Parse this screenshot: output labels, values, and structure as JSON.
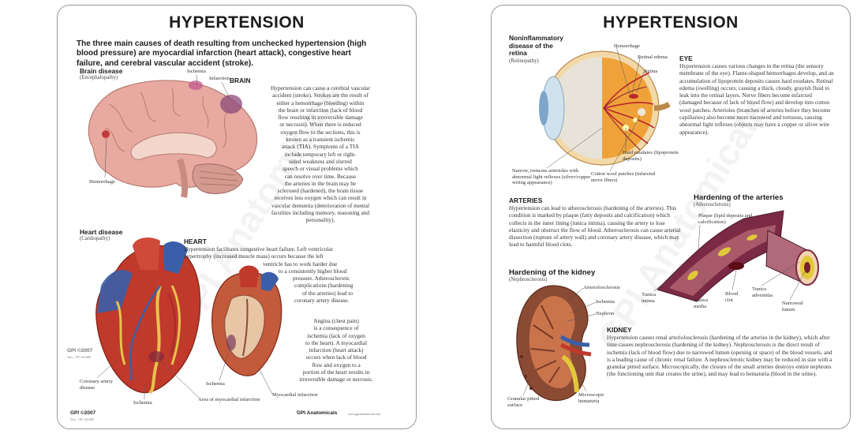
{
  "left_card": {
    "title": "HYPERTENSION",
    "watermark": "GPI Anatomicals",
    "intro": "The three main causes of death resulting from unchecked hypertension (high blood pressure) are myocardial infarction (heart attack), congestive heart failure, and cerebral vascular accident (stroke).",
    "brain_disease": {
      "title": "Brain disease",
      "subtitle": "(Encephalopathy)"
    },
    "brain_labels": {
      "ischemia": "Ischemia",
      "infarction": "Infarction",
      "hemorrhage": "Hemorrhage"
    },
    "brain": {
      "heading": "BRAIN",
      "lines": [
        "Hypertension can cause a cerebral vascular",
        "accident (stroke). Strokes are the result of",
        "either a hemorrhage (bleeding) within",
        "the brain or infarction (lack of blood",
        "flow resulting in irreversible damage",
        "or necrosis). When there is reduced",
        "oxygen flow to the sections, this is",
        "known as a transient ischemic",
        "attack (TIA). Symptoms of a TIA",
        "include temporary left or right-",
        "sided weakness and slurred",
        "speech or visual problems which",
        "can resolve over time. Because",
        "the arteries in the brain may be",
        "sclerosed (hardened), the brain tissue",
        "receives less oxygen which can result in",
        "vascular dementia (deterioration of mental",
        "faculties including memory, reasoning and",
        "personality)."
      ]
    },
    "heart_disease": {
      "title": "Heart disease",
      "subtitle": "(Cardiopathy)"
    },
    "heart": {
      "heading": "HEART",
      "lines": [
        "Hypertension facilitates congestive heart failure. Left ventricular",
        "hypertrophy (increased muscle mass) occurs because the left",
        "ventricle has to work harder due",
        "to a consistently higher blood",
        "pressure. Atherosclerotic",
        "complications (hardening",
        "of the arteries) lead to",
        "coronary artery disease."
      ],
      "angina_lines": [
        "Angina (chest pain)",
        "is a consequence of",
        "ischemia (lack of oxygen",
        "to the heart). A myocardial",
        "infarction (heart attack)",
        "occurs when lack of blood",
        "flow and oxygen to a",
        "portion of the heart results in",
        "irreversible damage or necrosis."
      ]
    },
    "heart_labels": {
      "coronary": "Coronary artery disease",
      "ischemia1": "Ischemia",
      "area_infarction": "Area of myocardial infarction",
      "ischemia2": "Ischemia",
      "myocardial_infarction": "Myocardial infarction"
    },
    "gpi_mid": "GPI ©2007",
    "gpi_mid_small": "Vers. 1  PC-16-848",
    "footer_left": "GPI ©2007",
    "footer_left_small": "Vers. 1  PC-16-848",
    "footer_brand": "GPI Anatomicals",
    "footer_url": "www.gpianatomicals.com"
  },
  "right_card": {
    "title": "HYPERTENSION",
    "watermark": "GPI Anatomicals",
    "retina": {
      "title": "Noninflammatory disease of the retina",
      "subtitle": "(Retinopathy)"
    },
    "eye_labels": {
      "hemorrhage": "Hemorrhage",
      "retinal_edema": "Retinal edema",
      "retina": "Retina",
      "hard_exudates": "Hard exudates (lipoprotein deposits)",
      "narrow": "Narrow, tortuous arterioles with abnormal light reflexes (silver/copper wiring appearance)",
      "cotton": "Cotton wool patches (infarcted nerve fibers)"
    },
    "eye": {
      "heading": "EYE",
      "text": "Hypertension causes various changes in the retina (the sensory membrane of the eye). Flame-shaped hemorrhages develop, and an accumulation of lipoprotein deposits causes hard exudates. Retinal edema (swelling) occurs, causing a thick, cloudy, grayish fluid to leak into the retinal layers. Nerve fibers become infarcted (damaged because of lack of blood flow) and develop into cotton wool patches. Arterioles (branches of arteries before they become capillaries) also become more narrowed and tortuous, causing abnormal light reflexes (objects may have a copper or silver wire appearance)."
    },
    "arteries": {
      "heading": "ARTERIES",
      "text": "Hypertension can lead to atherosclerosis (hardening of the arteries). This condition is marked by plaque (fatty deposits and calcification) which collects in the inner lining (tunica intima), causing the artery to lose elasticity and obstruct the flow of blood. Atherosclerosis can cause arterial dissection (rupture of artery wall) and coronary artery disease, which may lead to harmful blood clots."
    },
    "hardening": {
      "title": "Hardening of the arteries",
      "subtitle": "(Atherosclerosis)"
    },
    "artery_labels": {
      "plaque": "Plaque (lipid deposits and calcification)",
      "intima": "Tunica intima",
      "media": "Tunica media",
      "clot": "Blood clot",
      "adventitia": "Tunica adventitia",
      "narrowed": "Narrowed lumen"
    },
    "kidney_title": {
      "title": "Hardening of the kidney",
      "subtitle": "(Nephrosclerosis)"
    },
    "kidney_labels": {
      "arteriolosclerosis": "Arteriolosclerosis",
      "ischemia": "Ischemia",
      "nephron": "Nephron",
      "granular": "Granular pitted surface",
      "microscopic": "Microscopic hematuria"
    },
    "kidney": {
      "heading": "KIDNEY",
      "text": "Hypertension causes renal arteriolosclerosis (hardening of the arteries in the kidney), which after time causes nephrosclerosis (hardening of the kidney). Nephrosclerosis is the direct result of ischemia (lack of blood flow) due to narrowed lumen (opening or space) of the blood vessels, and is a leading cause of chronic renal failure. A nephrosclerotic kidney may be reduced in size with a granular pitted surface. Microscopically, the closure of the small arteries destroys entire nephrons (the functioning unit that creates the urine), and may lead to hematuria (blood in the urine)."
    }
  },
  "colors": {
    "border": "#999999",
    "artery_red": "#c0392b",
    "artery_blue": "#3a5fa8",
    "brain_pink": "#e8a9a0",
    "plaque_yellow": "#e0c83a"
  }
}
